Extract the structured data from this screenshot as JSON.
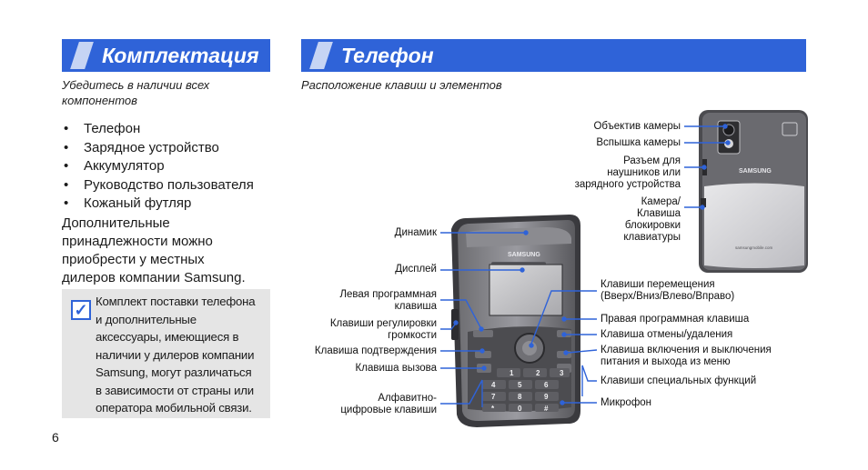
{
  "left": {
    "heading": "Комплектация",
    "subtitle": [
      "Убедитесь в наличии всех",
      "компонентов"
    ],
    "items": [
      "Телефон",
      "Зарядное устройство",
      "Аккумулятор",
      "Руководство пользователя",
      "Кожаный футляр"
    ],
    "paragraph": [
      "Дополнительные",
      "принадлежности можно",
      "приобрести у местных",
      "дилеров компании Samsung."
    ],
    "note": [
      "Комплект поставки телефона",
      "и дополнительные",
      "аксессуары, имеющиеся в",
      "наличии у дилеров компании",
      "Samsung, могут различаться",
      "в зависимости от страны или",
      "оператора мобильной связи."
    ],
    "check_symbol": "✓"
  },
  "right": {
    "heading": "Телефон",
    "subtitle": "Расположение клавиш и элементов",
    "labels_right_side": {
      "lens": "Объектив камеры",
      "flash": "Вспышка камеры",
      "jack": [
        "Разъем для",
        "наушников или",
        "зарядного устройства"
      ],
      "camera_key": [
        "Камера/",
        "Клавиша",
        "блокировки",
        "клавиатуры"
      ]
    },
    "labels_left": {
      "speaker": "Динамик",
      "display": "Дисплей",
      "left_soft": [
        "Левая программная",
        "клавиша"
      ],
      "volume": [
        "Клавиши регулировки",
        "громкости"
      ],
      "confirm": "Клавиша подтверждения",
      "call": "Клавиша вызова",
      "alnum": [
        "Алфавитно-",
        "цифровые клавиши"
      ]
    },
    "labels_right": {
      "nav": [
        "Клавиши перемещения",
        "(Вверх/Вниз/Влево/Вправо)"
      ],
      "right_soft": "Правая программная клавиша",
      "cancel": "Клавиша отмены/удаления",
      "power": [
        "Клавиша включения и выключения",
        "питания и выхода из меню"
      ],
      "special": "Клавиши специальных функций",
      "mic": "Микрофон"
    },
    "brand": "SAMSUNG",
    "back_url": "samsungmobile.com",
    "keys": [
      "1",
      "2",
      "3",
      "4",
      "5",
      "6",
      "7",
      "8",
      "9",
      "*",
      "0",
      "#"
    ]
  },
  "page_number": "6",
  "colors": {
    "banner": "#2f63d8",
    "leader": "#2f63d8",
    "note_bg": "#e5e5e5"
  }
}
